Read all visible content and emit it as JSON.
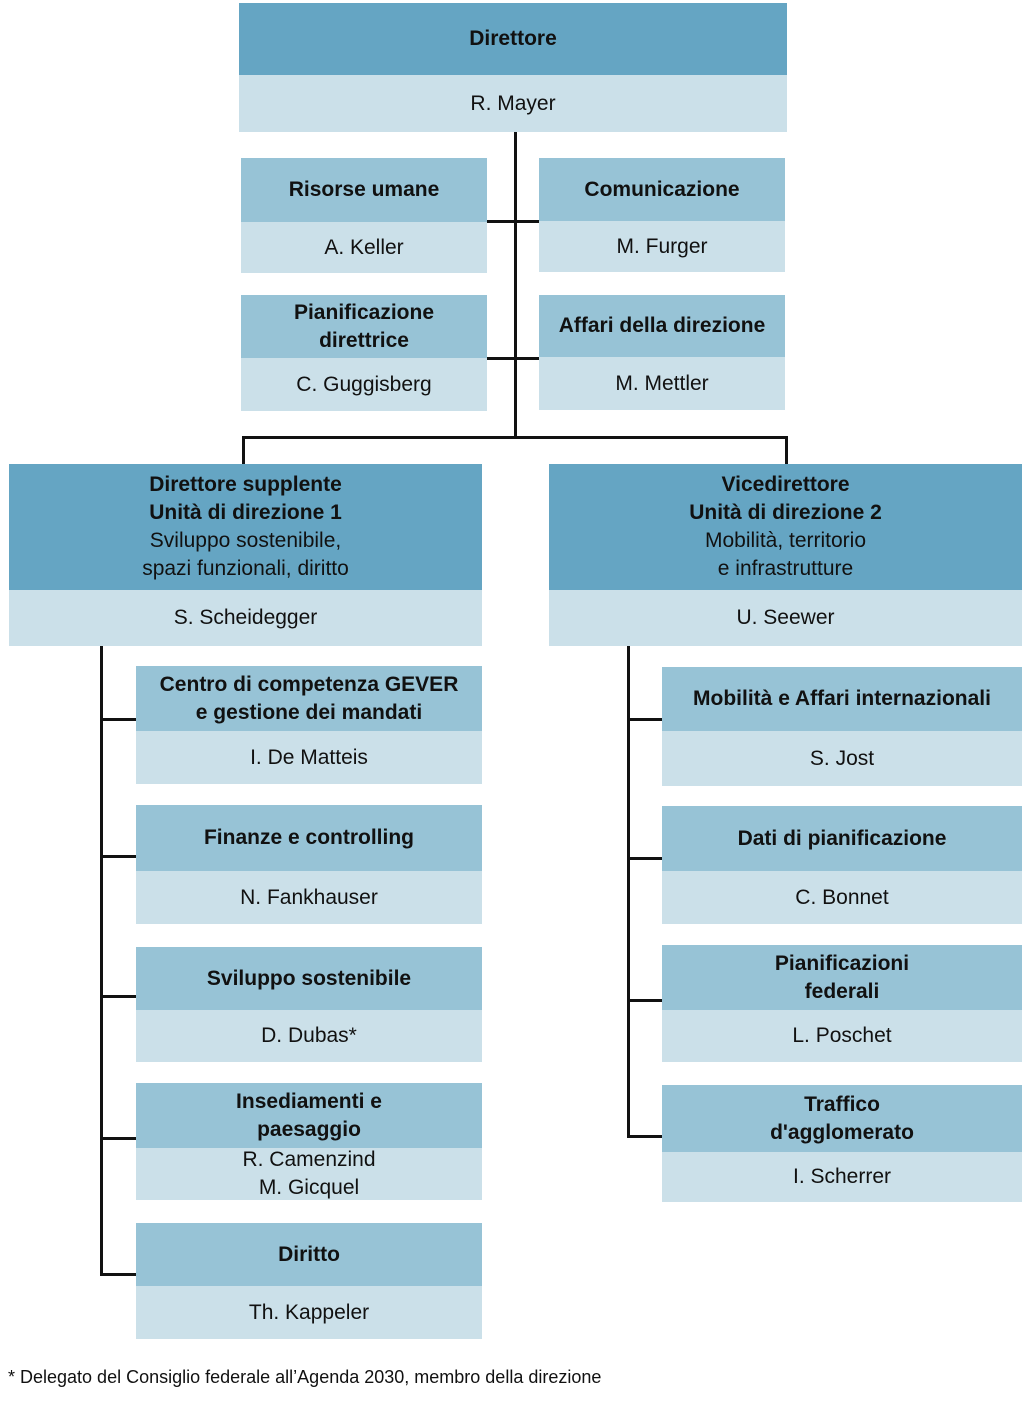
{
  "director": {
    "title": "Direttore",
    "name": "R. Mayer"
  },
  "staff": {
    "left": [
      {
        "title": [
          "Risorse umane"
        ],
        "names": [
          "A.  Keller"
        ]
      },
      {
        "title": [
          "Pianificazione",
          "direttrice"
        ],
        "names": [
          "C. Guggisberg"
        ]
      }
    ],
    "right": [
      {
        "title": [
          "Comunicazione"
        ],
        "names": [
          "M. Furger"
        ]
      },
      {
        "title": [
          "Affari della direzione"
        ],
        "names": [
          "M. Mettler"
        ]
      }
    ]
  },
  "unit1": {
    "title": [
      "Direttore supplente",
      "Unità di direzione 1"
    ],
    "subtitle": [
      "Sviluppo sostenibile,",
      "spazi funzionali, diritto"
    ],
    "name": "S. Scheidegger",
    "sections": [
      {
        "title": [
          "Centro di competenza GEVER",
          "e gestione dei mandati"
        ],
        "names": [
          "I. De Matteis"
        ]
      },
      {
        "title": [
          "Finanze e controlling"
        ],
        "names": [
          "N. Fankhauser"
        ]
      },
      {
        "title": [
          "Sviluppo sostenibile"
        ],
        "names": [
          "D. Dubas*"
        ]
      },
      {
        "title": [
          "Insediamenti e",
          "paesaggio"
        ],
        "names": [
          "R. Camenzind",
          "M. Gicquel"
        ]
      },
      {
        "title": [
          "Diritto"
        ],
        "names": [
          "Th. Kappeler"
        ]
      }
    ]
  },
  "unit2": {
    "title": [
      "Vicedirettore",
      "Unità di direzione 2"
    ],
    "subtitle": [
      "Mobilità, territorio",
      "e infrastrutture"
    ],
    "name": "U. Seewer",
    "sections": [
      {
        "title": [
          "Mobilità e Affari internazionali"
        ],
        "names": [
          "S. Jost"
        ]
      },
      {
        "title": [
          "Dati di pianificazione"
        ],
        "names": [
          "C. Bonnet"
        ]
      },
      {
        "title": [
          "Pianificazioni",
          "federali"
        ],
        "names": [
          "L. Poschet"
        ]
      },
      {
        "title": [
          "Traffico",
          "d'agglomerato"
        ],
        "names": [
          "I. Scherrer"
        ]
      }
    ]
  },
  "footnote": "* Delegato del Consiglio federale all’Agenda 2030, membro della direzione",
  "colors": {
    "header_dark": "#65a5c3",
    "header_mid": "#97c3d6",
    "name_bg": "#cbe0e9",
    "line": "#111111"
  }
}
